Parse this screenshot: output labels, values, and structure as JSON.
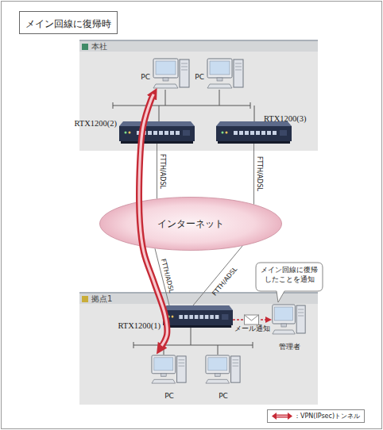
{
  "diagram": {
    "title": "メイン回線に復帰時",
    "nodes": [
      {
        "text": [
          "本社"
        ]
      },
      {
        "text": [
          "PC"
        ],
        "in": 0
      },
      {
        "text": [
          "PC"
        ],
        "in": 0
      },
      {
        "text": [
          "RTX1200(2)"
        ],
        "in": 0
      },
      {
        "text": [
          "RTX1200(3)"
        ],
        "in": 0
      },
      {
        "text": [
          "インターネット"
        ]
      },
      {
        "text": [
          "拠点1"
        ]
      },
      {
        "text": [
          "RTX1200(1)"
        ],
        "in": 6
      },
      {
        "text": [
          "管理者"
        ],
        "in": 6
      },
      {
        "text": [
          "PC"
        ],
        "in": 6
      },
      {
        "text": [
          "PC"
        ],
        "in": 6
      },
      {
        "text": [
          "メイン回線に復帰 したことを通知"
        ]
      }
    ],
    "edges": [
      {
        "from": 3,
        "to": 5,
        "arrow": "none",
        "label": "FTTH/ADSL"
      },
      {
        "from": 4,
        "to": 5,
        "arrow": "none",
        "label": "FTTH/ADSL"
      },
      {
        "from": 5,
        "to": 7,
        "arrow": "none",
        "label": "FTTH/ADSL"
      },
      {
        "from": 5,
        "to": 7,
        "arrow": "none",
        "label": "FTTH/ADSL"
      },
      {
        "from": 7,
        "to": 8,
        "arrow": "to",
        "label": "メール通知"
      },
      {
        "from": 9,
        "to": 1,
        "arrow": "both"
      }
    ],
    "legend": [
      {
        "text": "：VPN(IPsec)トンネル"
      }
    ]
  }
}
